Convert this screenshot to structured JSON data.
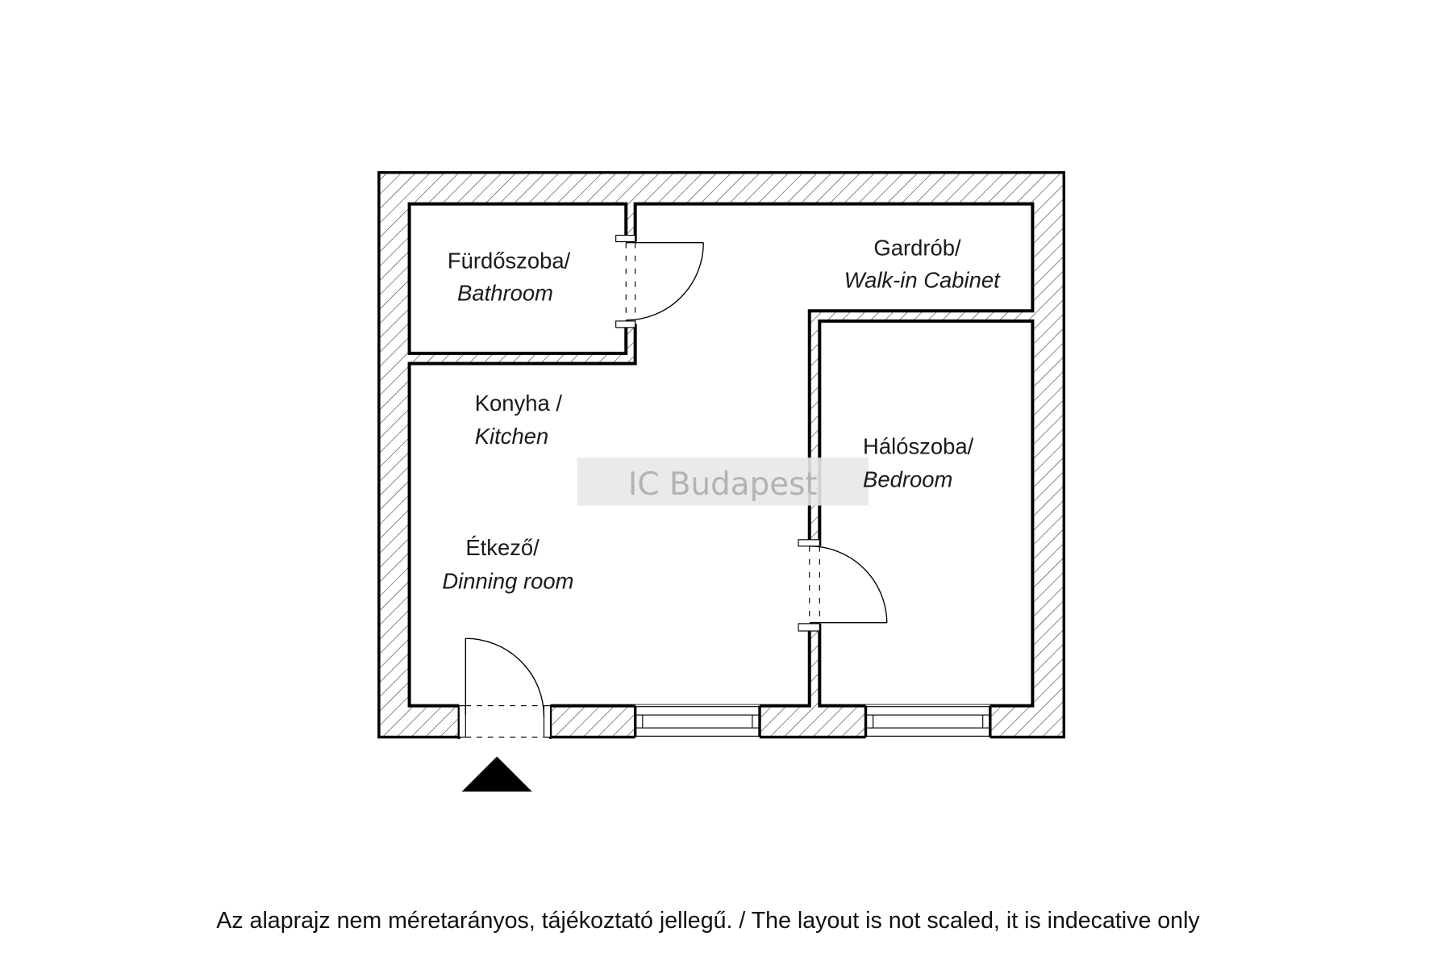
{
  "rooms": {
    "bathroom": {
      "hu": "Fürdőszoba/",
      "en": "Bathroom"
    },
    "walkin": {
      "hu": "Gardrób/",
      "en": "Walk-in Cabinet"
    },
    "kitchen": {
      "hu": "Konyha /",
      "en": "Kitchen"
    },
    "bedroom": {
      "hu": "Hálószoba/",
      "en": "Bedroom"
    },
    "dining": {
      "hu": "Étkező/",
      "en": "Dinning room"
    }
  },
  "watermark": "IC Budapest",
  "footer": "Az alaprajz nem méretarányos, tájékoztató jellegű. / The layout is not scaled, it is indecative only",
  "colors": {
    "wall": "#000000",
    "watermark_bg": "#e8e8e8",
    "watermark_text": "#b3b3b3"
  }
}
